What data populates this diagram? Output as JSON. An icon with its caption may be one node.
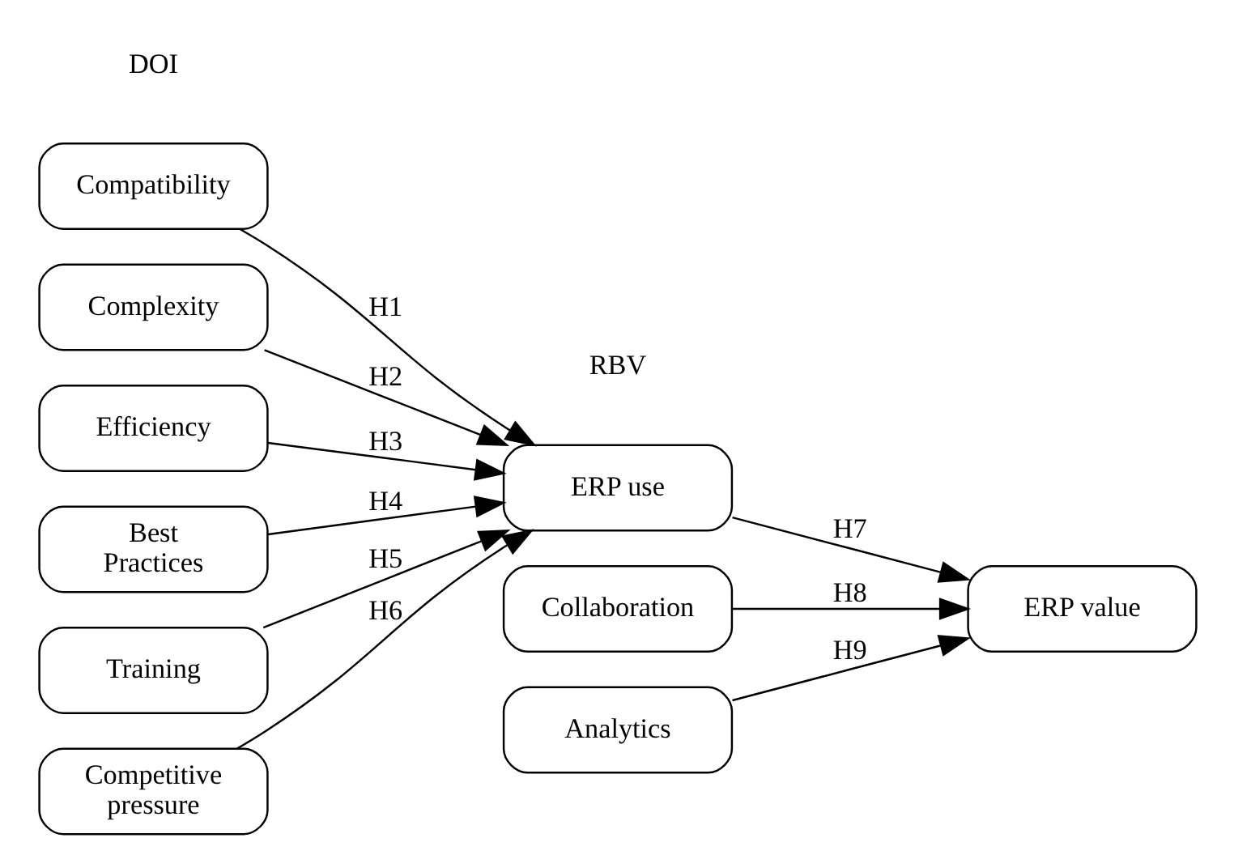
{
  "diagram": {
    "nodes": [
      {
        "text": [
          "Compatibility"
        ]
      },
      {
        "text": [
          "Complexity"
        ]
      },
      {
        "text": [
          "Efficiency"
        ]
      },
      {
        "text": [
          "Best Practices"
        ]
      },
      {
        "text": [
          "Training"
        ]
      },
      {
        "text": [
          "Competitive pressure"
        ]
      },
      {
        "text": [
          "ERP use"
        ]
      },
      {
        "text": [
          "Collaboration"
        ]
      },
      {
        "text": [
          "ERP value"
        ]
      },
      {
        "text": [
          "Analytics"
        ]
      }
    ],
    "edges": [
      {
        "from": 0,
        "to": 6,
        "arrow": "to",
        "label": "H1"
      },
      {
        "from": 1,
        "to": 6,
        "arrow": "to",
        "label": "H2"
      },
      {
        "from": 2,
        "to": 6,
        "arrow": "to",
        "label": "H3"
      },
      {
        "from": 3,
        "to": 6,
        "arrow": "to",
        "label": "H4"
      },
      {
        "from": 4,
        "to": 6,
        "arrow": "to",
        "label": "H5"
      },
      {
        "from": 5,
        "to": 6,
        "arrow": "to",
        "label": "H6"
      },
      {
        "from": 6,
        "to": 8,
        "arrow": "to",
        "label": "H7"
      },
      {
        "from": 7,
        "to": 8,
        "arrow": "to",
        "label": "H8"
      },
      {
        "from": 9,
        "to": 8,
        "arrow": "to",
        "label": "H9"
      }
    ],
    "labels": [
      "DOI",
      "RBV"
    ]
  }
}
